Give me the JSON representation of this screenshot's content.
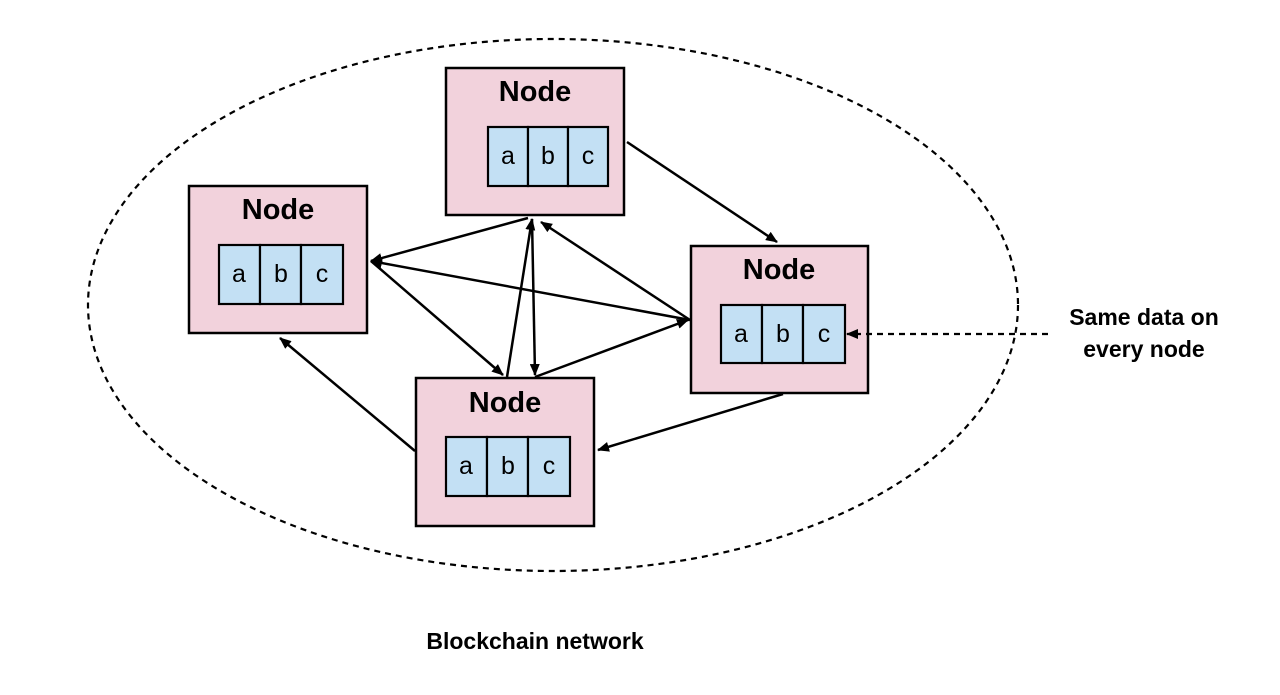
{
  "colors": {
    "node_fill": "#f2d2dc",
    "cell_fill": "#c3e0f4",
    "stroke": "#000000"
  },
  "network": {
    "boundary_style": "dashed-ellipse",
    "caption": "Blockchain network"
  },
  "nodes": [
    {
      "id": "top",
      "title": "Node",
      "cells": [
        "a",
        "b",
        "c"
      ]
    },
    {
      "id": "left",
      "title": "Node",
      "cells": [
        "a",
        "b",
        "c"
      ]
    },
    {
      "id": "right",
      "title": "Node",
      "cells": [
        "a",
        "b",
        "c"
      ]
    },
    {
      "id": "bottom",
      "title": "Node",
      "cells": [
        "a",
        "b",
        "c"
      ]
    }
  ],
  "connections": [
    {
      "from": "top",
      "to": "right"
    },
    {
      "from": "top",
      "to": "left"
    },
    {
      "from": "right",
      "to": "top"
    },
    {
      "from": "right",
      "to": "left"
    },
    {
      "from": "left",
      "to": "bottom"
    },
    {
      "from": "bottom",
      "to": "top"
    },
    {
      "from": "top",
      "to": "bottom"
    },
    {
      "from": "bottom",
      "to": "right"
    },
    {
      "from": "right",
      "to": "bottom"
    },
    {
      "from": "bottom",
      "to": "left"
    }
  ],
  "callout": {
    "line1": "Same data on",
    "line2": "every node",
    "target": "right"
  }
}
